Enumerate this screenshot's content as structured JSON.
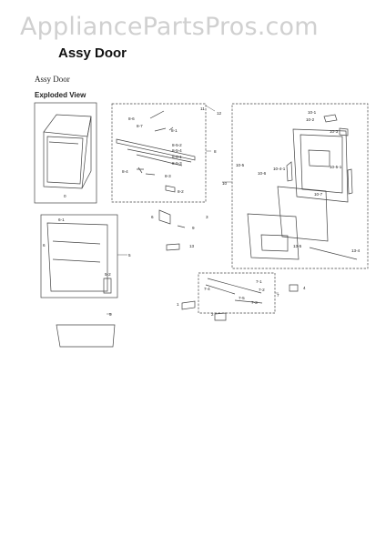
{
  "watermark": "AppliancePartsPros.com",
  "page_title": "Assy Door",
  "subtitle": "Assy Door",
  "section_title": "Exploded View",
  "callouts": {
    "c0": "0",
    "c5": "5",
    "c6_1": "6-1",
    "c6_4": "6",
    "c5_2": "5-2",
    "c5b": "5",
    "c8_6": "8-6",
    "c8_7": "8-7",
    "c8_1": "8-1",
    "c8_5_2": "8-5-2",
    "c8_5_4": "8-5-4",
    "c8_5_1": "8-5-1",
    "c8_5_3": "8-5-3",
    "c8_4": "8-4",
    "c8_3": "8-3",
    "c8_2": "8-2",
    "c8": "8",
    "c11": "11",
    "c12": "12",
    "c10": "10",
    "c10_1": "10-1",
    "c10_2": "10-2",
    "c10_3": "10-3",
    "c10_5": "10-5",
    "c10_6": "10-6",
    "c10_4_1": "10-4-1",
    "c10_7": "10-7",
    "c10_5_1": "10-5-1",
    "c13_5": "13-5",
    "c13_4": "13-4",
    "c6": "6",
    "c3": "3",
    "c9": "9",
    "c13": "13",
    "c7_1": "7-1",
    "c7_2": "7-2",
    "c7_3": "7-3",
    "c7_4": "7-4",
    "c7_5": "7-5",
    "c7": "7",
    "c4": "4",
    "c1": "1",
    "c2": "2"
  }
}
